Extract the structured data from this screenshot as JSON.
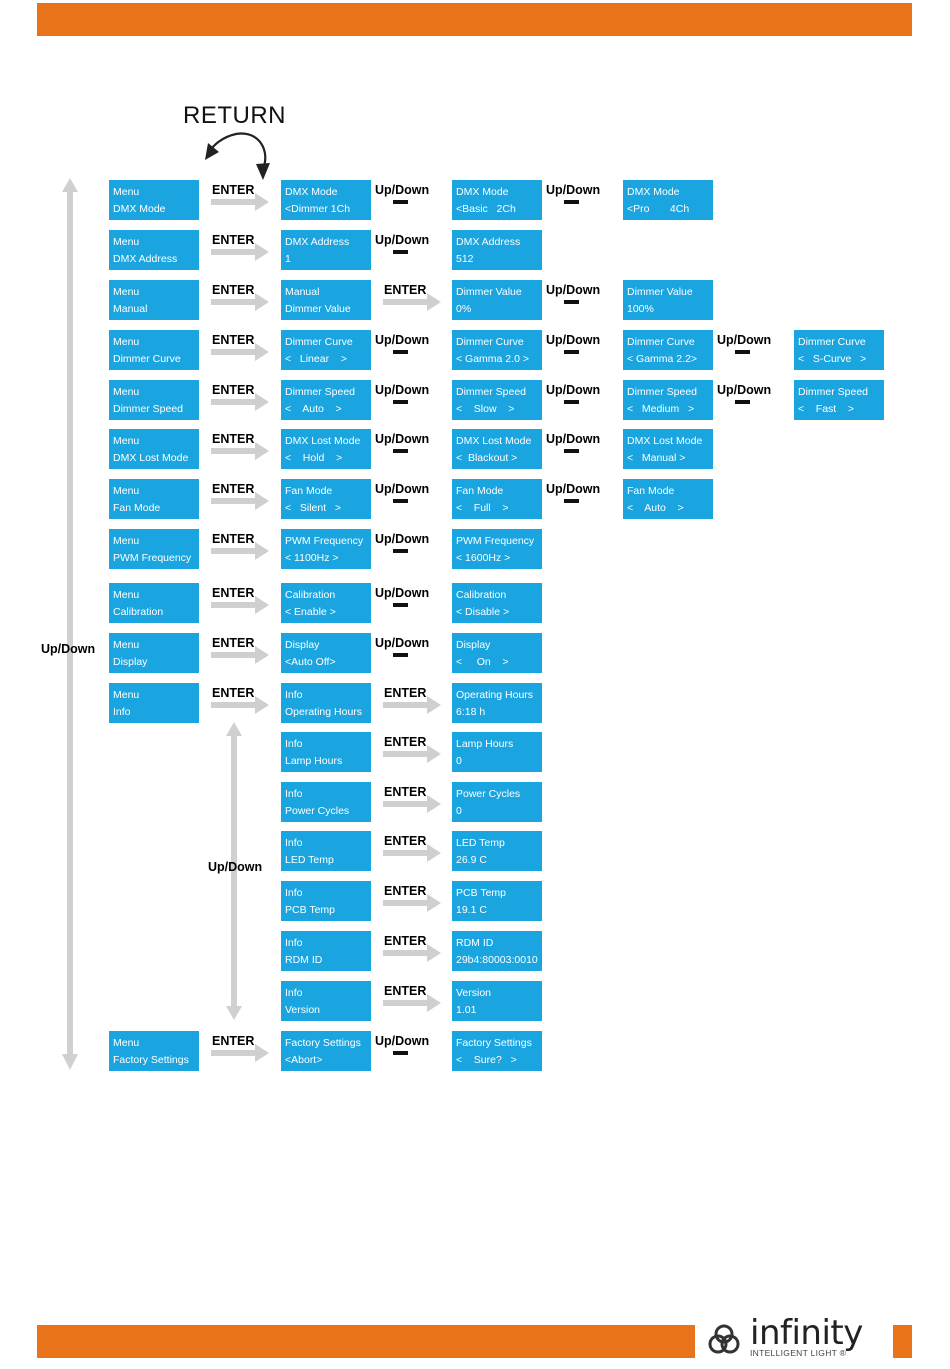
{
  "labels": {
    "return": "RETURN",
    "enter": "ENTER",
    "updown": "Up/Down",
    "updown_main": "Up/Down",
    "updown_info": "Up/Down"
  },
  "brand": {
    "name": "infinity",
    "sub": "INTELLIGENT LIGHT",
    "reg": "®"
  },
  "colors": {
    "accent": "#e8731a",
    "lcd": "#1aa5e0",
    "arrow": "#cfcfcf"
  },
  "rows": [
    {
      "menu": [
        "Menu",
        "DMX Mode"
      ],
      "steps": [
        {
          "c": "ENTER",
          "t": [
            "DMX Mode",
            "<Dimmer 1Ch"
          ]
        },
        {
          "c": "Up/Down",
          "t": [
            "DMX Mode",
            "<Basic   2Ch"
          ]
        },
        {
          "c": "Up/Down",
          "t": [
            "DMX Mode",
            "<Pro       4Ch"
          ]
        }
      ]
    },
    {
      "menu": [
        "Menu",
        "DMX Address"
      ],
      "steps": [
        {
          "c": "ENTER",
          "t": [
            "DMX Address",
            "1"
          ]
        },
        {
          "c": "Up/Down",
          "t": [
            "DMX Address",
            "512"
          ]
        }
      ]
    },
    {
      "menu": [
        "Menu",
        "Manual"
      ],
      "steps": [
        {
          "c": "ENTER",
          "t": [
            "Manual",
            "Dimmer Value"
          ]
        },
        {
          "c": "ENTER",
          "t": [
            "Dimmer Value",
            "0%"
          ]
        },
        {
          "c": "Up/Down",
          "t": [
            "Dimmer Value",
            "100%"
          ]
        }
      ]
    },
    {
      "menu": [
        "Menu",
        "Dimmer Curve"
      ],
      "steps": [
        {
          "c": "ENTER",
          "t": [
            "Dimmer Curve",
            "<   Linear    >"
          ]
        },
        {
          "c": "Up/Down",
          "t": [
            "Dimmer Curve",
            "< Gamma 2.0 >"
          ]
        },
        {
          "c": "Up/Down",
          "t": [
            "Dimmer Curve",
            "< Gamma 2.2>"
          ]
        },
        {
          "c": "Up/Down",
          "t": [
            "Dimmer Curve",
            "<   S-Curve   >"
          ]
        }
      ]
    },
    {
      "menu": [
        "Menu",
        "Dimmer Speed"
      ],
      "steps": [
        {
          "c": "ENTER",
          "t": [
            "Dimmer Speed",
            "<    Auto    >"
          ]
        },
        {
          "c": "Up/Down",
          "t": [
            "Dimmer Speed",
            "<    Slow    >"
          ]
        },
        {
          "c": "Up/Down",
          "t": [
            "Dimmer Speed",
            "<   Medium   >"
          ]
        },
        {
          "c": "Up/Down",
          "t": [
            "Dimmer Speed",
            "<    Fast    >"
          ]
        }
      ]
    },
    {
      "menu": [
        "Menu",
        "DMX Lost Mode"
      ],
      "steps": [
        {
          "c": "ENTER",
          "t": [
            "DMX Lost Mode",
            "<    Hold    >"
          ]
        },
        {
          "c": "Up/Down",
          "t": [
            "DMX Lost Mode",
            "<  Blackout >"
          ]
        },
        {
          "c": "Up/Down",
          "t": [
            "DMX Lost Mode",
            "<   Manual >"
          ]
        }
      ]
    },
    {
      "menu": [
        "Menu",
        "Fan Mode"
      ],
      "steps": [
        {
          "c": "ENTER",
          "t": [
            "Fan Mode",
            "<   Silent   >"
          ]
        },
        {
          "c": "Up/Down",
          "t": [
            "Fan Mode",
            "<    Full    >"
          ]
        },
        {
          "c": "Up/Down",
          "t": [
            "Fan Mode",
            "<    Auto    >"
          ]
        }
      ]
    },
    {
      "menu": [
        "Menu",
        "PWM Frequency"
      ],
      "steps": [
        {
          "c": "ENTER",
          "t": [
            "PWM Frequency",
            "< 1100Hz >"
          ]
        },
        {
          "c": "Up/Down",
          "t": [
            "PWM Frequency",
            "< 1600Hz >"
          ]
        }
      ]
    },
    {
      "menu": [
        "Menu",
        "Calibration"
      ],
      "steps": [
        {
          "c": "ENTER",
          "t": [
            "Calibration",
            "< Enable >"
          ]
        },
        {
          "c": "Up/Down",
          "t": [
            "Calibration",
            "< Disable >"
          ]
        }
      ]
    },
    {
      "menu": [
        "Menu",
        "Display"
      ],
      "steps": [
        {
          "c": "ENTER",
          "t": [
            "Display",
            "<Auto Off>"
          ]
        },
        {
          "c": "Up/Down",
          "t": [
            "Display",
            "<     On    >"
          ]
        }
      ]
    },
    {
      "menu": [
        "Menu",
        "Info"
      ],
      "steps": [
        {
          "c": "ENTER",
          "t": [
            "Info",
            "Operating Hours"
          ]
        },
        {
          "c": "ENTER",
          "t": [
            "Operating Hours",
            "6:18 h"
          ]
        }
      ]
    },
    {
      "menu": null,
      "steps": [
        {
          "c": "",
          "t": [
            "Info",
            "Lamp Hours"
          ]
        },
        {
          "c": "ENTER",
          "t": [
            "Lamp Hours",
            "0"
          ]
        }
      ]
    },
    {
      "menu": null,
      "steps": [
        {
          "c": "",
          "t": [
            "Info",
            "Power Cycles"
          ]
        },
        {
          "c": "ENTER",
          "t": [
            "Power Cycles",
            "0"
          ]
        }
      ]
    },
    {
      "menu": null,
      "steps": [
        {
          "c": "",
          "t": [
            "Info",
            "LED Temp"
          ]
        },
        {
          "c": "ENTER",
          "t": [
            "LED Temp",
            "26.9 C"
          ]
        }
      ]
    },
    {
      "menu": null,
      "steps": [
        {
          "c": "",
          "t": [
            "Info",
            "PCB Temp"
          ]
        },
        {
          "c": "ENTER",
          "t": [
            "PCB Temp",
            "19.1 C"
          ]
        }
      ]
    },
    {
      "menu": null,
      "steps": [
        {
          "c": "",
          "t": [
            "Info",
            "RDM ID"
          ]
        },
        {
          "c": "ENTER",
          "t": [
            "RDM ID",
            "29b4:80003:0010"
          ]
        }
      ]
    },
    {
      "menu": null,
      "steps": [
        {
          "c": "",
          "t": [
            "Info",
            "Version"
          ]
        },
        {
          "c": "ENTER",
          "t": [
            "Version",
            "1.01"
          ]
        }
      ]
    },
    {
      "menu": [
        "Menu",
        "Factory Settings"
      ],
      "steps": [
        {
          "c": "ENTER",
          "t": [
            "Factory Settings",
            "<Abort>"
          ]
        },
        {
          "c": "Up/Down",
          "t": [
            "Factory Settings",
            "<    Sure?   >"
          ]
        }
      ]
    }
  ]
}
